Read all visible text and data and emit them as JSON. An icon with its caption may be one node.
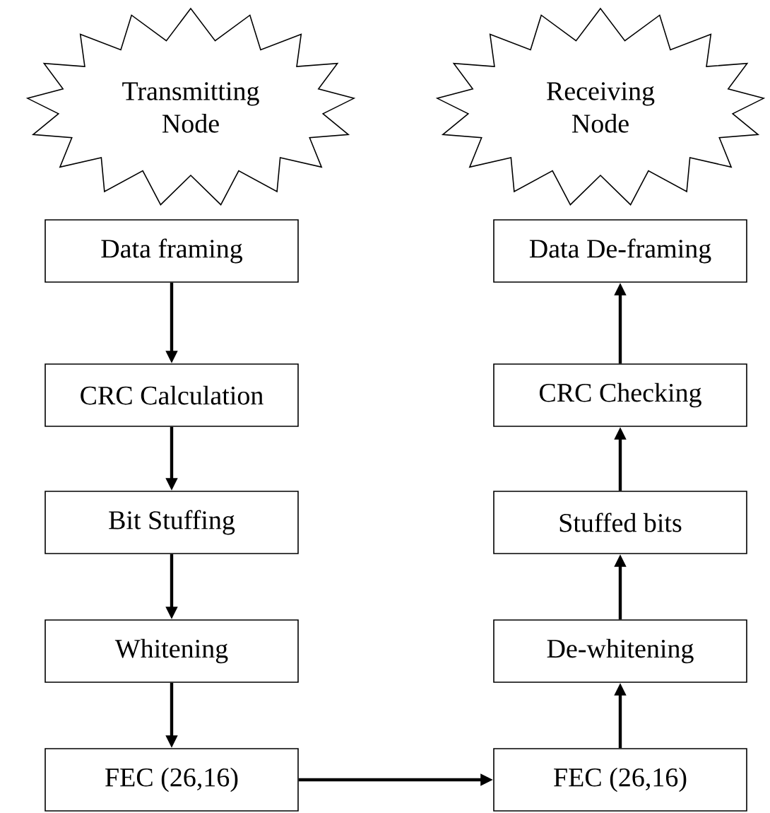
{
  "diagram": {
    "nodes": [
      {
        "text": [
          "Transmitting Node"
        ]
      },
      {
        "text": [
          "Receiving Node"
        ]
      },
      {
        "text": [
          "Data framing"
        ]
      },
      {
        "text": [
          "CRC Calculation"
        ]
      },
      {
        "text": [
          "Bit Stuffing"
        ]
      },
      {
        "text": [
          "Whitening"
        ]
      },
      {
        "text": [
          "FEC (26,16)"
        ]
      },
      {
        "text": [
          "Data De-framing"
        ]
      },
      {
        "text": [
          "CRC Checking"
        ]
      },
      {
        "text": [
          "Stuffed bits"
        ]
      },
      {
        "text": [
          "De-whitening"
        ]
      },
      {
        "text": [
          "FEC (26,16)"
        ]
      }
    ],
    "edges": [
      {
        "from": 2,
        "to": 3,
        "arrow": "to"
      },
      {
        "from": 3,
        "to": 4,
        "arrow": "to"
      },
      {
        "from": 4,
        "to": 5,
        "arrow": "to"
      },
      {
        "from": 5,
        "to": 6,
        "arrow": "to"
      },
      {
        "from": 6,
        "to": 11,
        "arrow": "to"
      },
      {
        "from": 11,
        "to": 10,
        "arrow": "to"
      },
      {
        "from": 10,
        "to": 9,
        "arrow": "to"
      },
      {
        "from": 9,
        "to": 8,
        "arrow": "to"
      },
      {
        "from": 8,
        "to": 7,
        "arrow": "to"
      }
    ]
  }
}
